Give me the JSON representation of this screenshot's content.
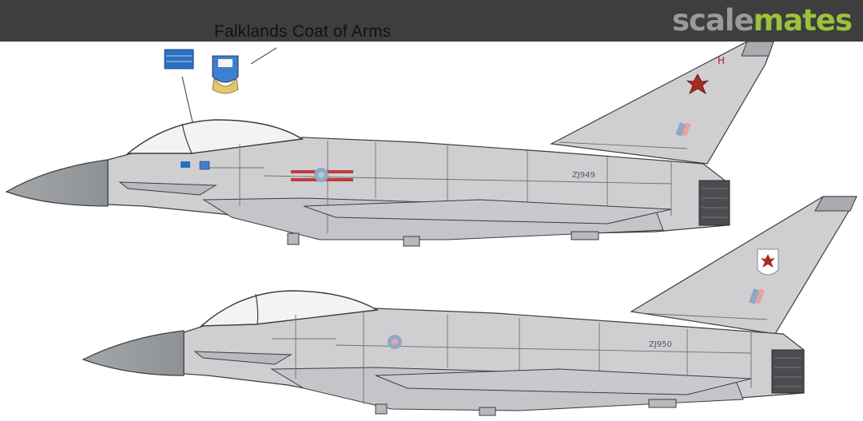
{
  "site_logo": {
    "part1": "scale",
    "part2": "mates"
  },
  "caption": "Falklands Coat of Arms",
  "aircraft": [
    {
      "serial": "ZJ949",
      "fin_letter": "H"
    },
    {
      "serial": "ZJ950"
    }
  ],
  "colors": {
    "airframe": "#cfcfd1",
    "radome": "#9b9ea1",
    "panel_lines": "#6e7075",
    "outline": "#3a3c40",
    "roundel_red": "#c23a3a",
    "roundel_blue": "#8fa9c4",
    "banner": "#3e3e3e"
  },
  "icons": [
    "falklands-flag-icon",
    "falklands-coat-of-arms-icon",
    "maltese-cross-icon"
  ]
}
